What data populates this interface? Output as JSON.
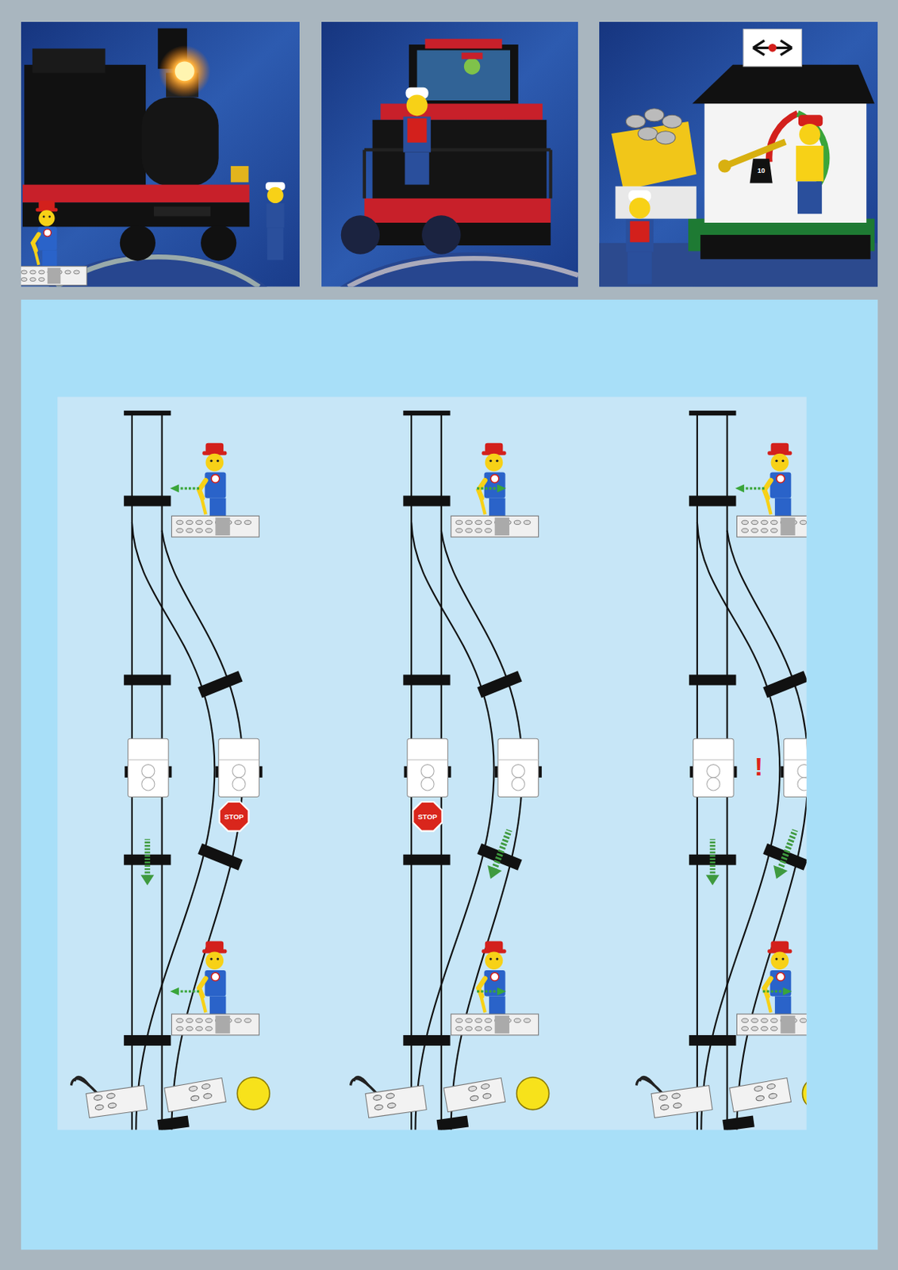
{
  "diagram": {
    "labels": [
      "10",
      "STOP",
      "STOP",
      "!"
    ]
  }
}
